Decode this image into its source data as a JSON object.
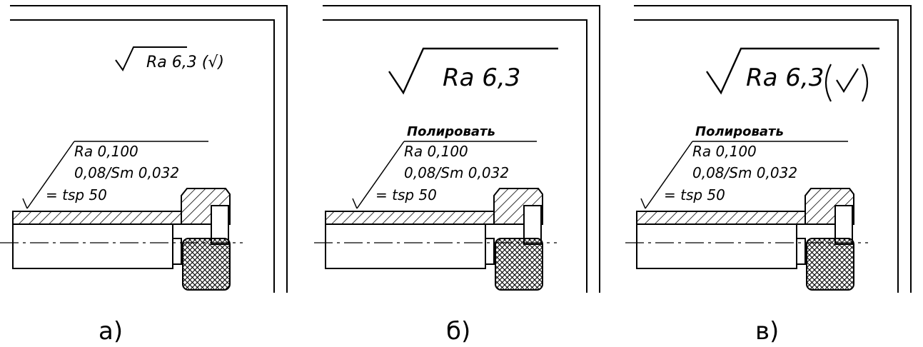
{
  "panels": [
    {
      "id": "a",
      "caption": "а)",
      "general_mark": "Ra 6,3 (√)",
      "general_mark_style": "compact",
      "general_mark_has_parentheses": true,
      "surface_note": "",
      "callout_lines": [
        "Ra 0,100",
        "0,08/Sm 0,032",
        "= tsp 50"
      ]
    },
    {
      "id": "b",
      "caption": "б)",
      "general_mark": "Ra 6,3",
      "general_mark_style": "large",
      "general_mark_has_parentheses": false,
      "surface_note": "Полировать",
      "callout_lines": [
        "Ra 0,100",
        "0,08/Sm 0,032",
        "= tsp 50"
      ]
    },
    {
      "id": "v",
      "caption": "в)",
      "general_mark": "Ra 6,3",
      "general_mark_style": "large",
      "general_mark_has_parentheses": true,
      "surface_note": "Полировать",
      "callout_lines": [
        "Ra 0,100",
        "0,08/Sm 0,032",
        "= tsp 50"
      ]
    }
  ],
  "colors": {
    "line": "#000000",
    "background": "#ffffff"
  }
}
